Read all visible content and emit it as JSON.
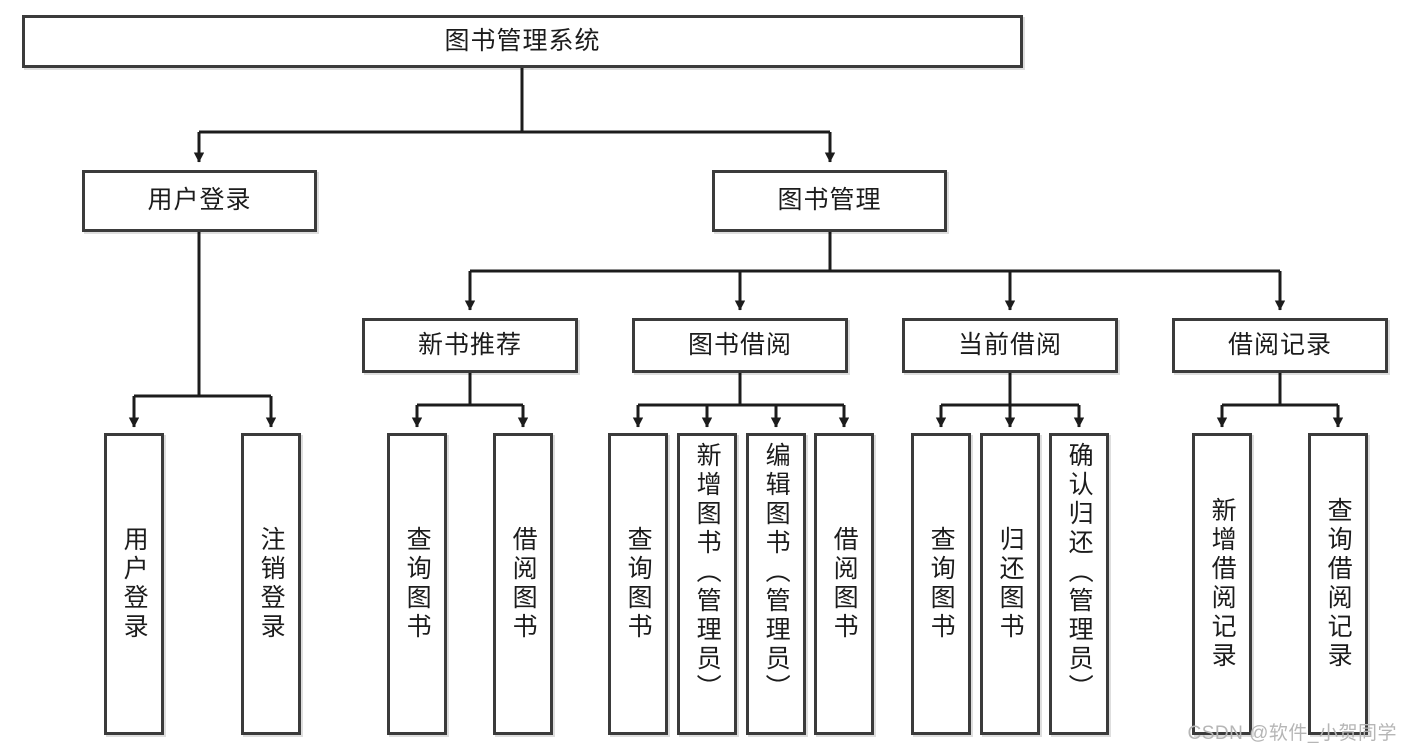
{
  "diagram": {
    "title": "图书管理系统",
    "type": "hierarchy-tree",
    "watermark": "CSDN @软件_小贺同学",
    "colors": {
      "box_border": "#3b3b3b",
      "box_fill": "#ffffff",
      "edge": "#1c1c1c",
      "text": "#1c1c1c",
      "watermark": "#b6b6b6",
      "background": "#ffffff"
    },
    "levels": {
      "level1": [
        {
          "id": "root",
          "label": "图书管理系统",
          "orientation": "horizontal"
        }
      ],
      "level2": [
        {
          "id": "user-login",
          "label": "用户登录",
          "orientation": "horizontal"
        },
        {
          "id": "book-manage",
          "label": "图书管理",
          "orientation": "horizontal"
        }
      ],
      "level3": [
        {
          "id": "new-book-rec",
          "label": "新书推荐",
          "orientation": "horizontal"
        },
        {
          "id": "book-borrow",
          "label": "图书借阅",
          "orientation": "horizontal"
        },
        {
          "id": "current-borrow",
          "label": "当前借阅",
          "orientation": "horizontal"
        },
        {
          "id": "borrow-record",
          "label": "借阅记录",
          "orientation": "horizontal"
        }
      ],
      "level4": [
        {
          "id": "leaf-user-login",
          "label": "用户登录",
          "orientation": "vertical",
          "parent": "user-login"
        },
        {
          "id": "leaf-user-logout",
          "label": "注销登录",
          "orientation": "vertical",
          "parent": "user-login"
        },
        {
          "id": "leaf-query-book-1",
          "label": "查询图书",
          "orientation": "vertical",
          "parent": "new-book-rec"
        },
        {
          "id": "leaf-borrow-book-1",
          "label": "借阅图书",
          "orientation": "vertical",
          "parent": "new-book-rec"
        },
        {
          "id": "leaf-query-book-2",
          "label": "查询图书",
          "orientation": "vertical",
          "parent": "book-borrow"
        },
        {
          "id": "leaf-add-book",
          "label": "新增图书（管理员）",
          "orientation": "vertical",
          "parent": "book-borrow"
        },
        {
          "id": "leaf-edit-book",
          "label": "编辑图书（管理员）",
          "orientation": "vertical",
          "parent": "book-borrow"
        },
        {
          "id": "leaf-borrow-book-2",
          "label": "借阅图书",
          "orientation": "vertical",
          "parent": "book-borrow"
        },
        {
          "id": "leaf-query-book-3",
          "label": "查询图书",
          "orientation": "vertical",
          "parent": "current-borrow"
        },
        {
          "id": "leaf-return-book",
          "label": "归还图书",
          "orientation": "vertical",
          "parent": "current-borrow"
        },
        {
          "id": "leaf-confirm-return",
          "label": "确认归还（管理员）",
          "orientation": "vertical",
          "parent": "current-borrow"
        },
        {
          "id": "leaf-add-record",
          "label": "新增借阅记录",
          "orientation": "vertical",
          "parent": "borrow-record"
        },
        {
          "id": "leaf-query-record",
          "label": "查询借阅记录",
          "orientation": "vertical",
          "parent": "borrow-record"
        }
      ]
    }
  }
}
